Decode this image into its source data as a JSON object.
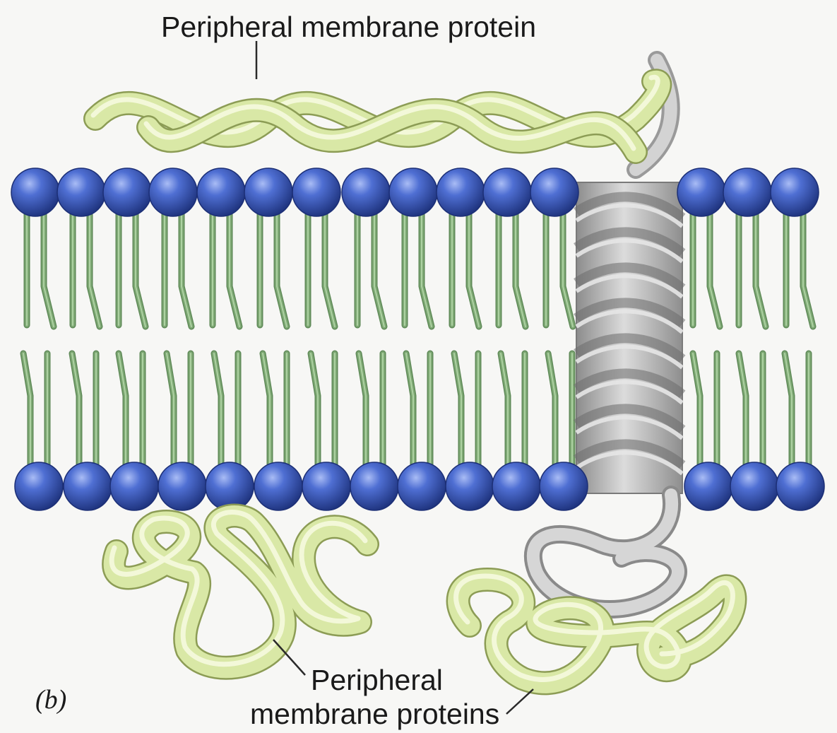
{
  "labels": {
    "top": "Peripheral membrane protein",
    "bottom_line1": "Peripheral",
    "bottom_line2": "membrane proteins",
    "panel": "(b)"
  },
  "colors": {
    "background": "#f7f7f5",
    "head_blue": "#2f4fb8",
    "head_highlight": "#8fa6ef",
    "tail_green": "#7ea874",
    "tail_highlight": "#b9dcae",
    "protein_yellow": "#d9e8a6",
    "protein_edge": "#8c9c55",
    "helix_gray": "#b4b4b4",
    "helix_dark": "#6f6f6f",
    "leader_line": "#2a2a2a"
  }
}
